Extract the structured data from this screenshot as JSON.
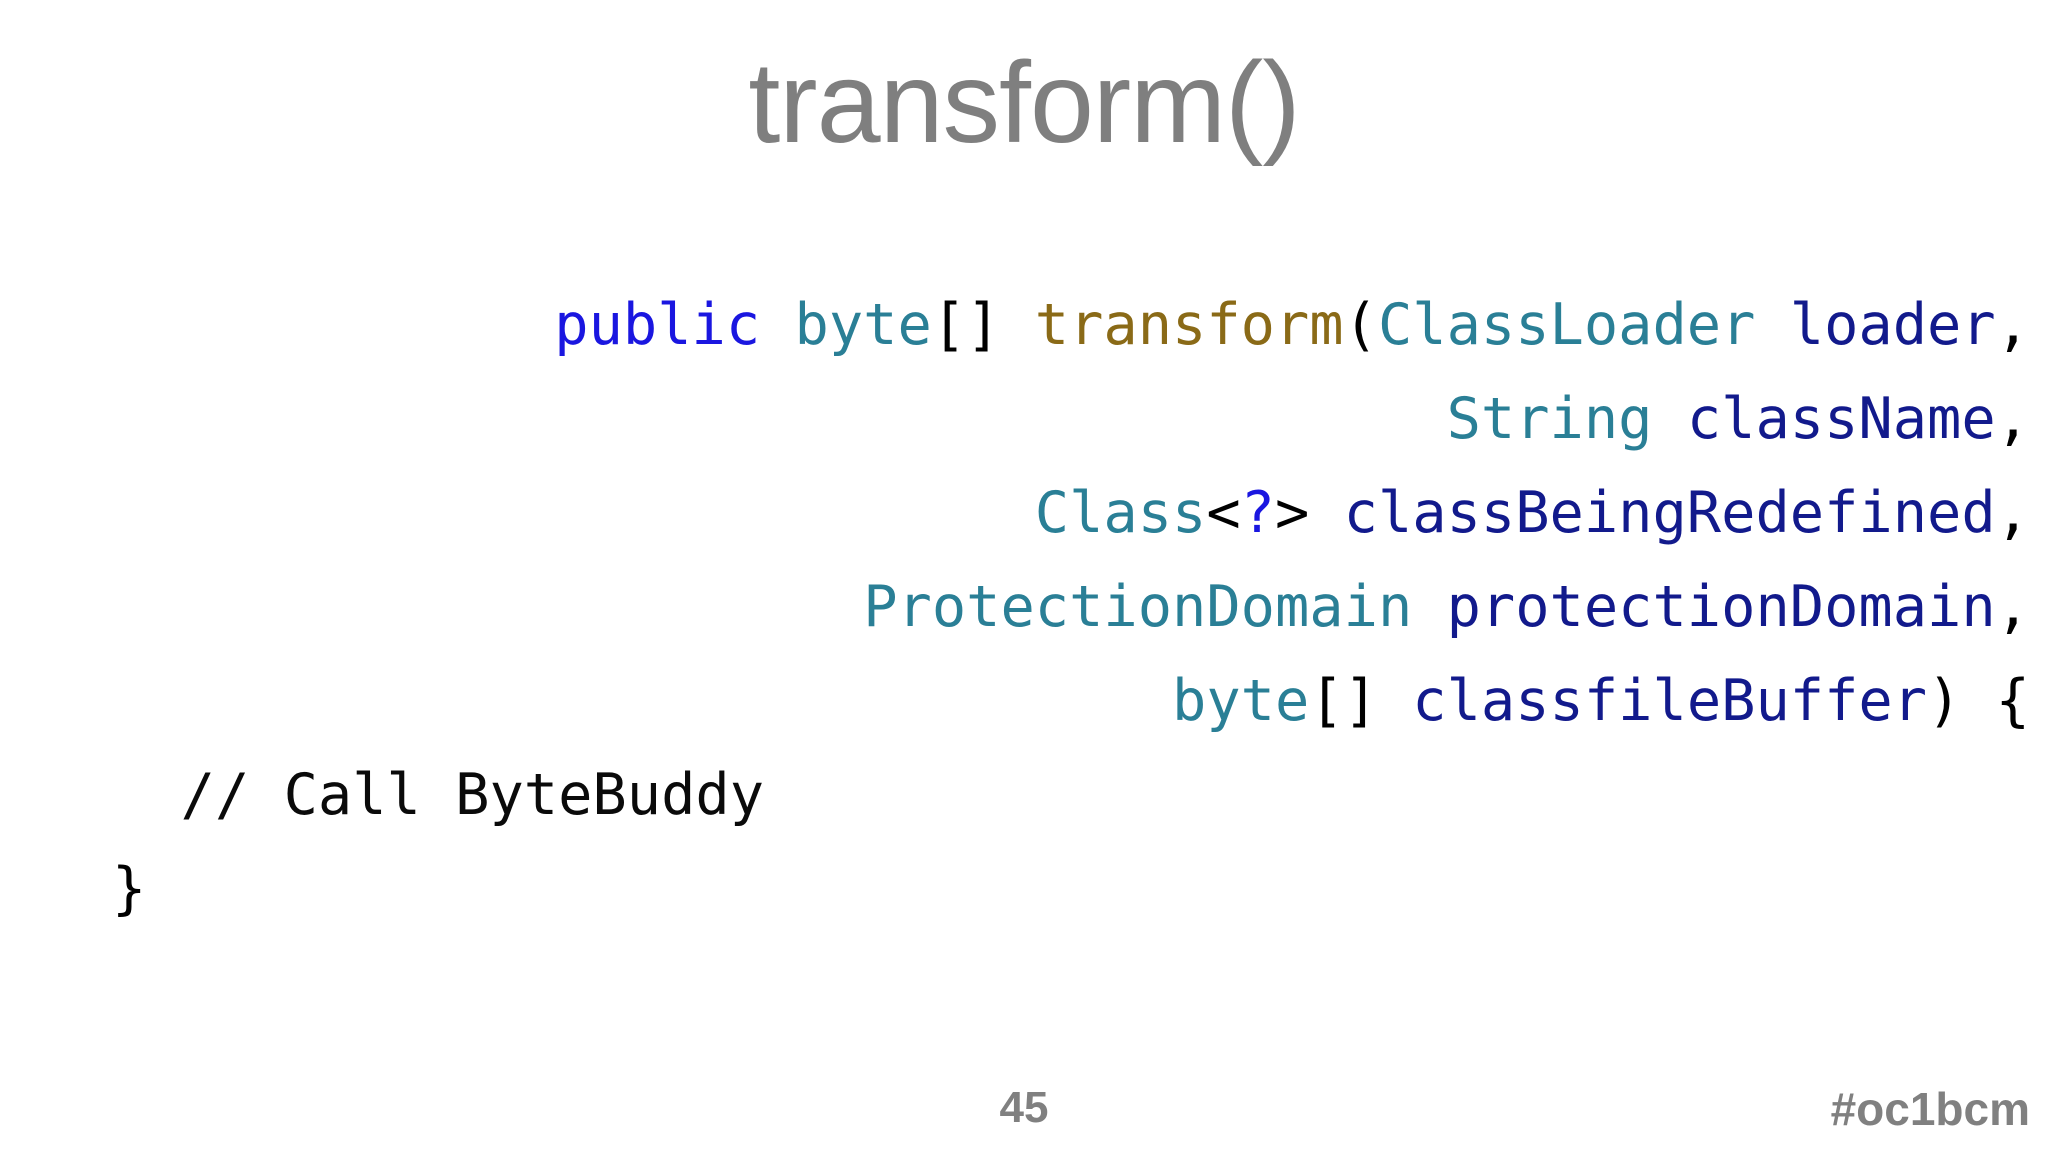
{
  "slide": {
    "title": "transform()",
    "background_color": "#ffffff",
    "title_color": "#7f7f7f"
  },
  "colors": {
    "keyword": "#1a16e0",
    "type": "#2a7f96",
    "method": "#8a6a17",
    "identifier": "#121a8c",
    "punctuation": "#000000",
    "comment": "#0a0a0a",
    "footer": "#808080"
  },
  "code": {
    "language": "java",
    "lines": [
      {
        "align": "right",
        "tokens": [
          {
            "text": "public",
            "kind": "keyword"
          },
          {
            "text": " ",
            "kind": "plain"
          },
          {
            "text": "byte",
            "kind": "type"
          },
          {
            "text": "[] ",
            "kind": "punct"
          },
          {
            "text": "transform",
            "kind": "method"
          },
          {
            "text": "(",
            "kind": "punct"
          },
          {
            "text": "ClassLoader",
            "kind": "type"
          },
          {
            "text": " ",
            "kind": "plain"
          },
          {
            "text": "loader",
            "kind": "ident"
          },
          {
            "text": ",",
            "kind": "punct"
          }
        ]
      },
      {
        "align": "right",
        "tokens": [
          {
            "text": "String",
            "kind": "type"
          },
          {
            "text": " ",
            "kind": "plain"
          },
          {
            "text": "className",
            "kind": "ident"
          },
          {
            "text": ",",
            "kind": "punct"
          }
        ]
      },
      {
        "align": "right",
        "tokens": [
          {
            "text": "Class",
            "kind": "type"
          },
          {
            "text": "<",
            "kind": "punct"
          },
          {
            "text": "?",
            "kind": "wildcard"
          },
          {
            "text": "> ",
            "kind": "punct"
          },
          {
            "text": "classBeingRedefined",
            "kind": "ident"
          },
          {
            "text": ",",
            "kind": "punct"
          }
        ]
      },
      {
        "align": "right",
        "tokens": [
          {
            "text": "ProtectionDomain",
            "kind": "type"
          },
          {
            "text": " ",
            "kind": "plain"
          },
          {
            "text": "protectionDomain",
            "kind": "ident"
          },
          {
            "text": ",",
            "kind": "punct"
          }
        ]
      },
      {
        "align": "right",
        "tokens": [
          {
            "text": "byte",
            "kind": "type"
          },
          {
            "text": "[] ",
            "kind": "punct"
          },
          {
            "text": "classfileBuffer",
            "kind": "ident"
          },
          {
            "text": ") {",
            "kind": "punct"
          }
        ]
      },
      {
        "align": "left",
        "tokens": [
          {
            "text": "  // Call ByteBuddy",
            "kind": "comment"
          }
        ]
      },
      {
        "align": "left",
        "tokens": [
          {
            "text": "}",
            "kind": "punct"
          }
        ]
      }
    ]
  },
  "footer": {
    "page_number": "45",
    "hashtag": "#oc1bcm"
  }
}
